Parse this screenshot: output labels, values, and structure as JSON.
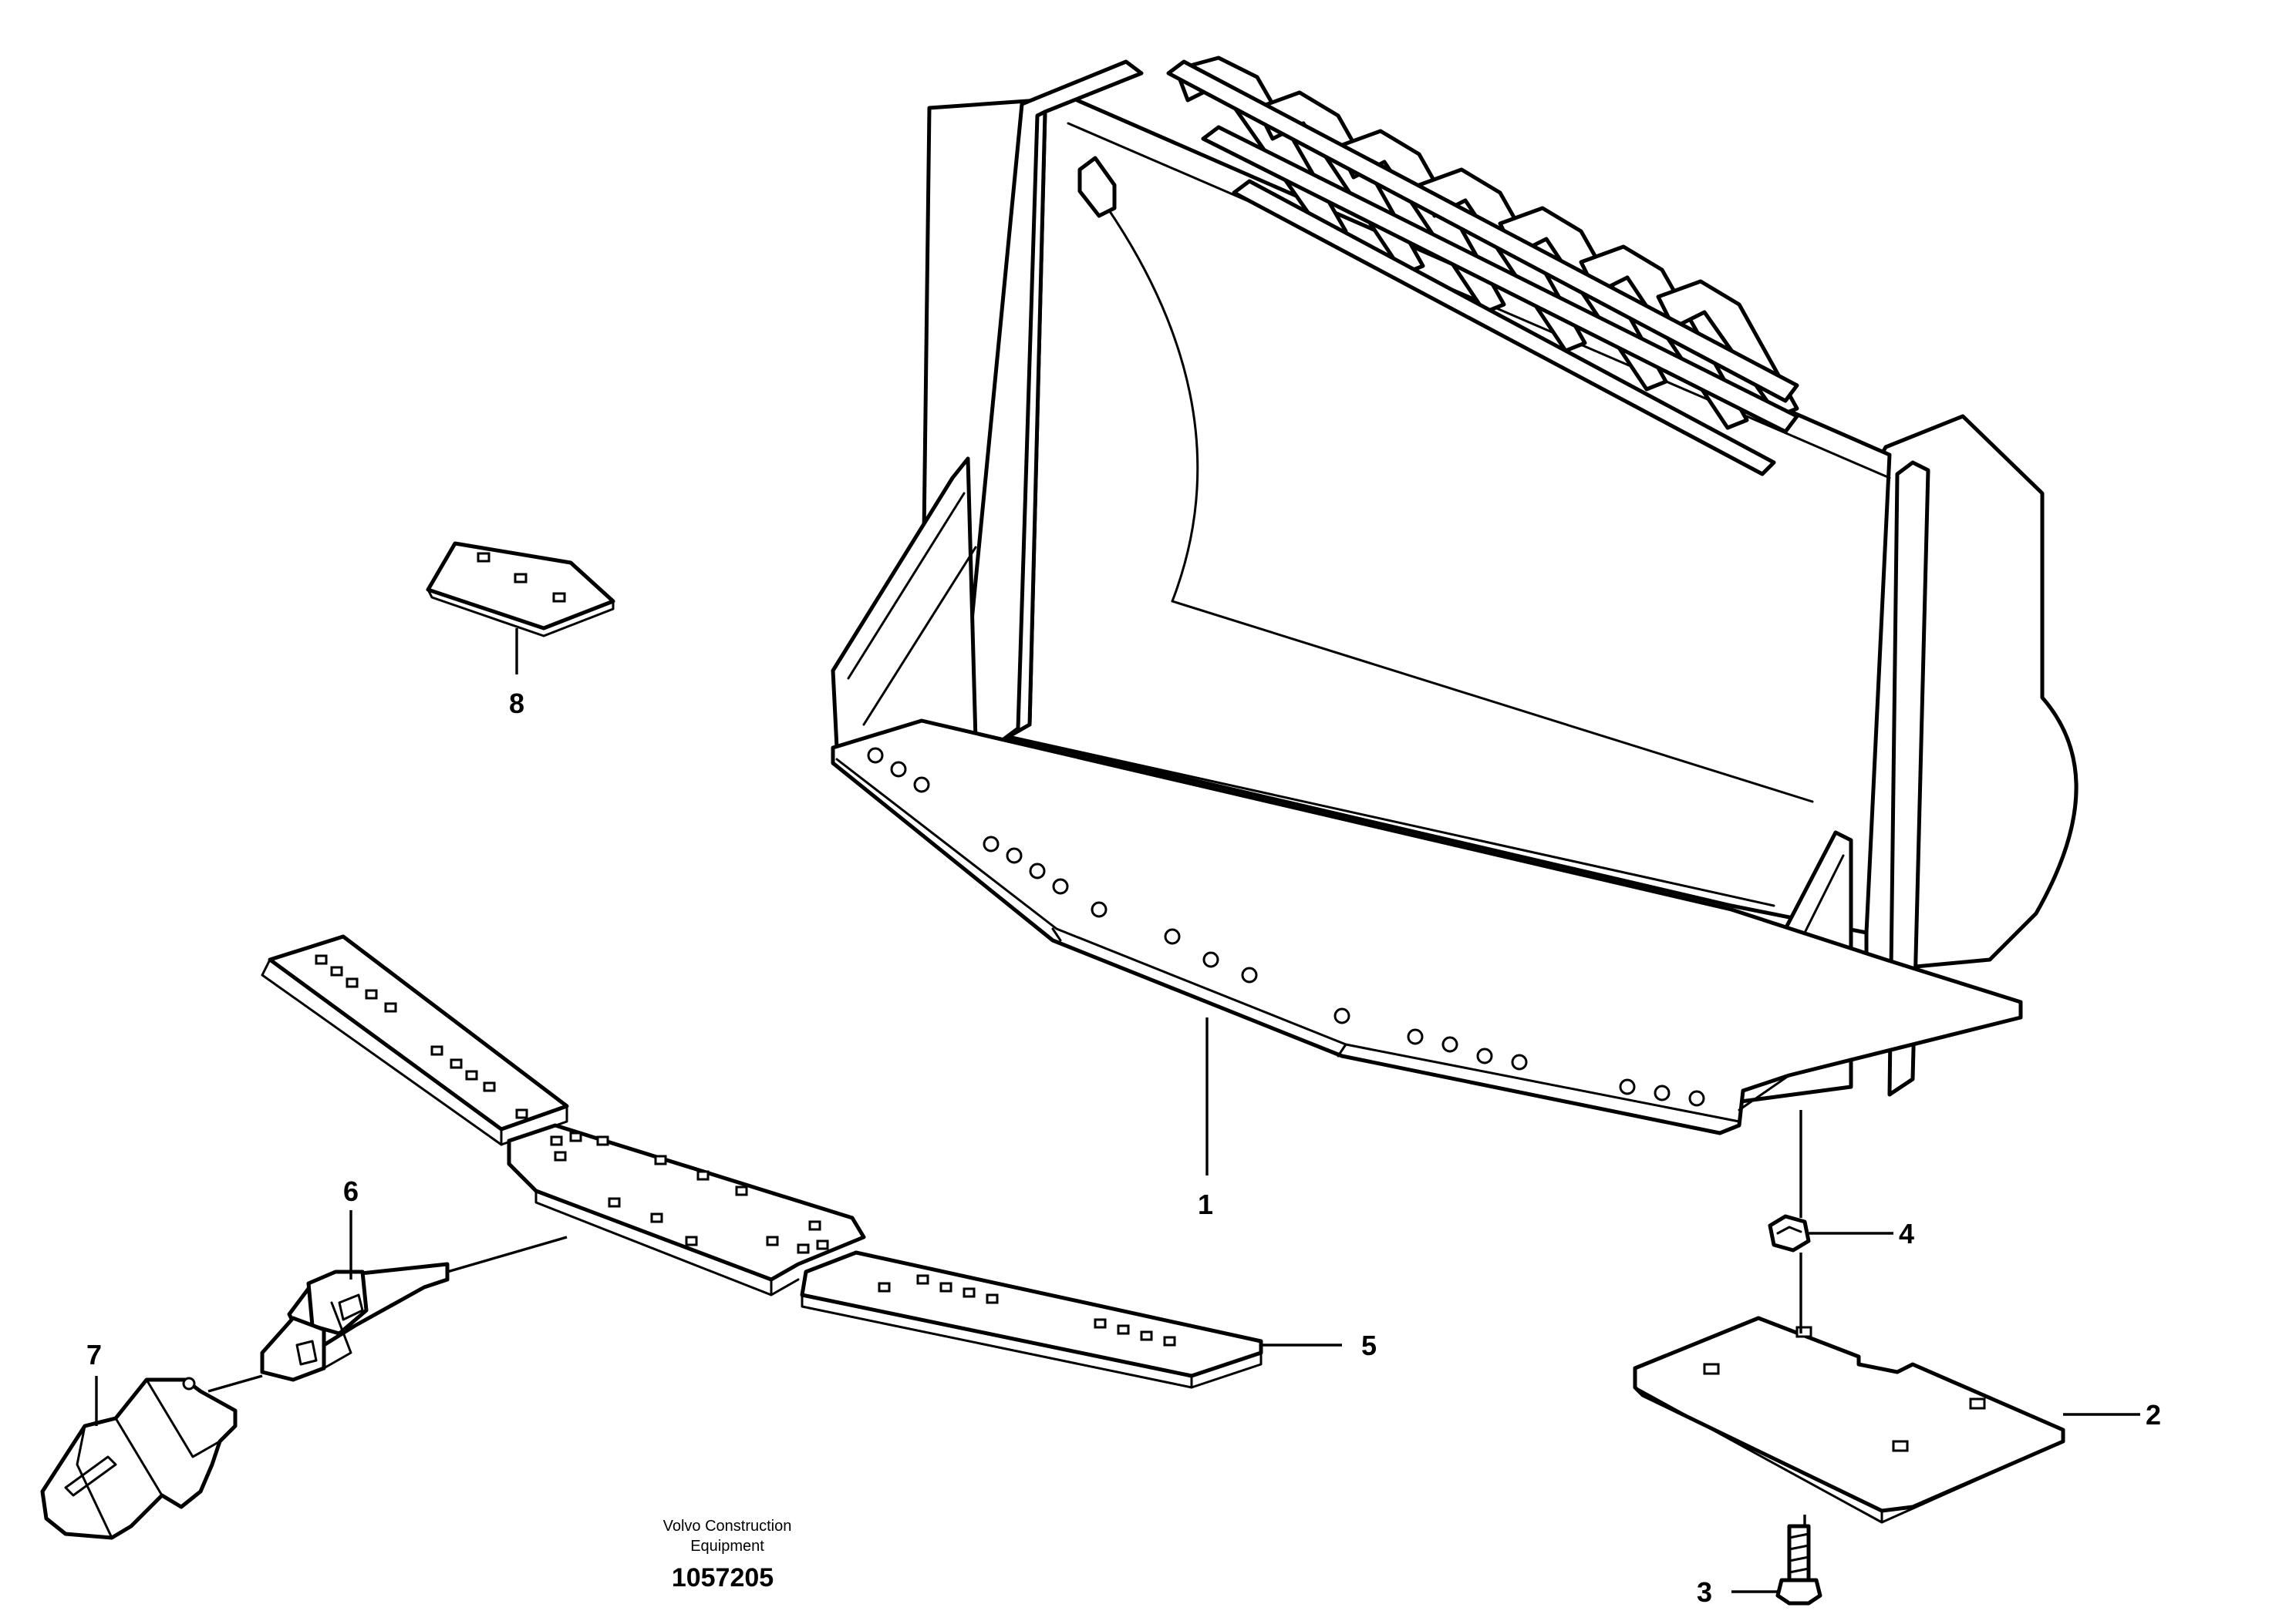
{
  "caption": {
    "line1": "Volvo Construction",
    "line2": "Equipment",
    "number": "1057205"
  },
  "callouts": [
    {
      "id": "1",
      "label": "1"
    },
    {
      "id": "2",
      "label": "2"
    },
    {
      "id": "3",
      "label": "3"
    },
    {
      "id": "4",
      "label": "4"
    },
    {
      "id": "5",
      "label": "5"
    },
    {
      "id": "6",
      "label": "6"
    },
    {
      "id": "7",
      "label": "7"
    },
    {
      "id": "8",
      "label": "8"
    }
  ]
}
